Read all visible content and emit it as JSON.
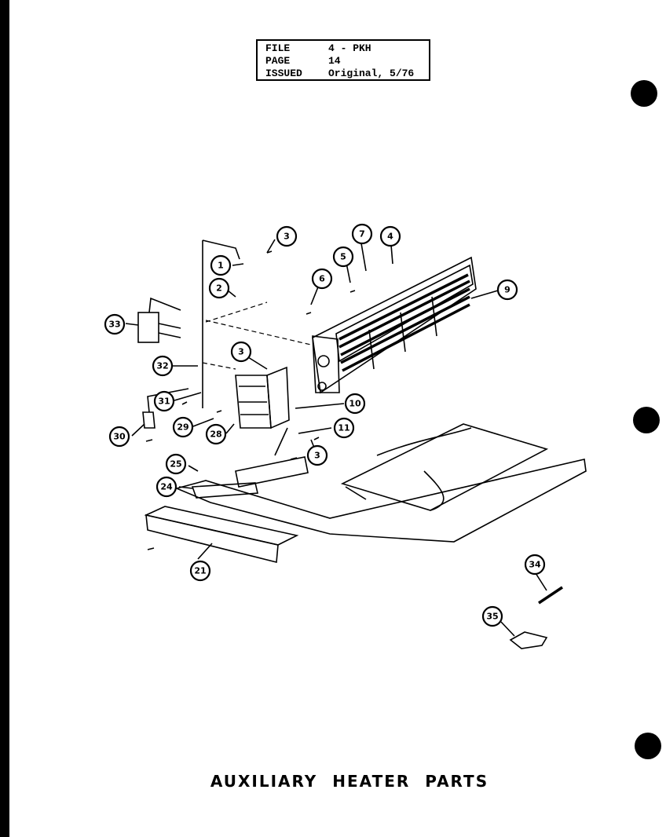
{
  "header": {
    "rows": [
      {
        "key": "FILE",
        "value": "4 - PKH"
      },
      {
        "key": "PAGE",
        "value": "14"
      },
      {
        "key": "ISSUED",
        "value": "Original, 5/76"
      }
    ]
  },
  "title": "AUXILIARY HEATER PARTS",
  "callouts": [
    "1",
    "2",
    "3",
    "3",
    "3",
    "4",
    "5",
    "6",
    "7",
    "9",
    "10",
    "11",
    "21",
    "24",
    "25",
    "28",
    "29",
    "30",
    "31",
    "32",
    "33",
    "34",
    "35"
  ]
}
